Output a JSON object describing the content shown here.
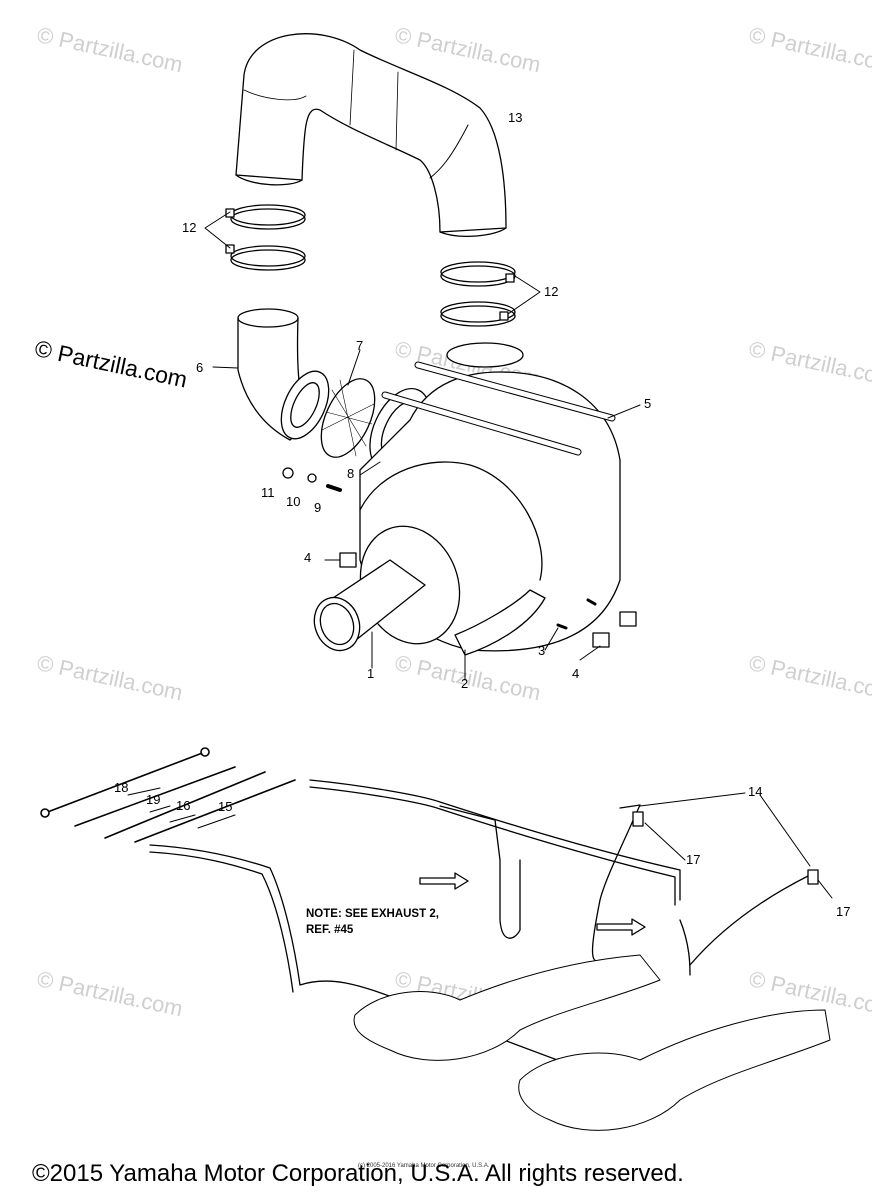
{
  "watermark": {
    "text": "© Partzilla.com"
  },
  "callouts": {
    "c1": "1",
    "c2": "2",
    "c3": "3",
    "c4a": "4",
    "c4b": "4",
    "c5": "5",
    "c6": "6",
    "c7": "7",
    "c8": "8",
    "c9": "9",
    "c10": "10",
    "c11": "11",
    "c12a": "12",
    "c12b": "12",
    "c13": "13",
    "c14": "14",
    "c15": "15",
    "c16": "16",
    "c17a": "17",
    "c17b": "17",
    "c18": "18",
    "c19": "19"
  },
  "note": {
    "line1": "NOTE: SEE EXHAUST 2,",
    "line2": "REF. #45"
  },
  "footer": {
    "copyright": "©2015 Yamaha Motor Corporation, U.S.A. All rights reserved.",
    "fine_print": "(c) 2005-2016 Yamaha Motor Corporation, U.S.A."
  }
}
